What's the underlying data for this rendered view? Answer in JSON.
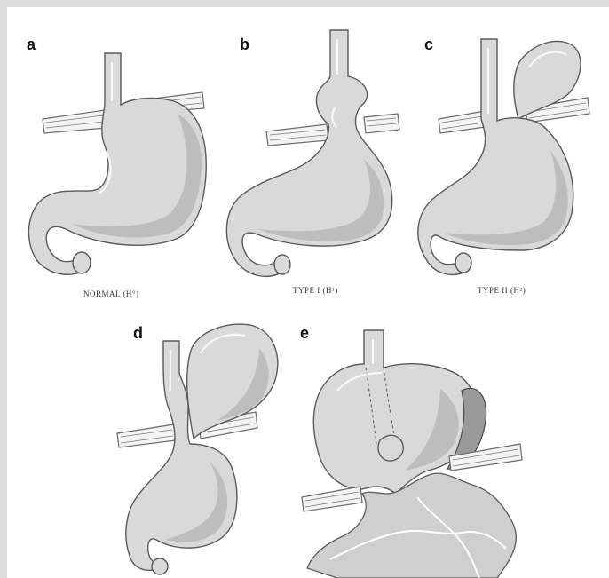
{
  "panels": [
    {
      "letter": "a",
      "caption": "NORMAL (H°)"
    },
    {
      "letter": "b",
      "caption": "TYPE I (H¹)"
    },
    {
      "letter": "c",
      "caption": "TYPE II (H²)"
    },
    {
      "letter": "d",
      "caption": ""
    },
    {
      "letter": "e",
      "caption": ""
    }
  ],
  "colors": {
    "background": "#dcdcdc",
    "stomach_fill": "#d9d9d9",
    "stomach_shadow": "#bdbdbd",
    "outline": "#5a5a5a"
  }
}
